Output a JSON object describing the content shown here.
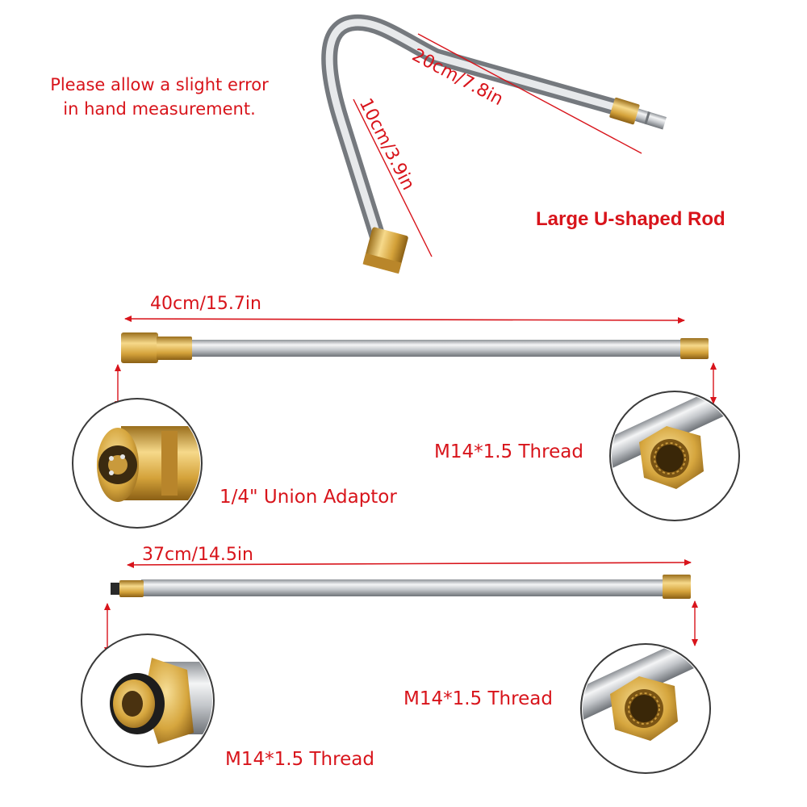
{
  "note": {
    "line1": "Please allow a slight error",
    "line2": "in hand measurement."
  },
  "u_rod": {
    "title": "Large U-shaped Rod",
    "long_leg": "20cm/7.8in",
    "short_leg": "10cm/3.9in"
  },
  "rod_40": {
    "length": "40cm/15.7in",
    "left_end": "1/4\" Union Adaptor",
    "right_end": "M14*1.5 Thread"
  },
  "rod_37": {
    "length": "37cm/14.5in",
    "left_end": "M14*1.5 Thread",
    "right_end": "M14*1.5 Thread"
  },
  "colors": {
    "annotation": "#d8141b",
    "steel": "#c9ccd0",
    "brass": "#d9a93c"
  }
}
